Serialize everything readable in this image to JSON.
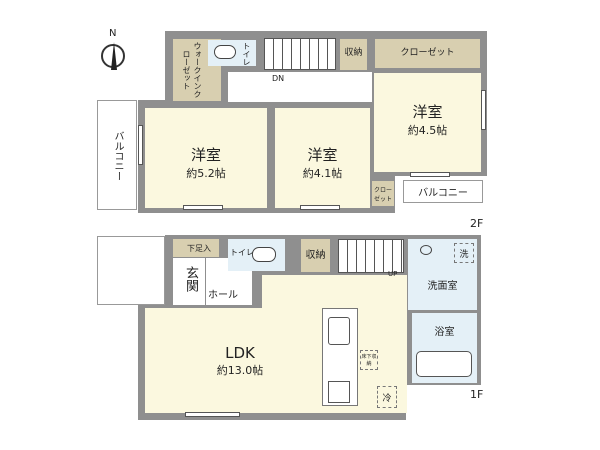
{
  "floor2": {
    "label": "2F",
    "walk_in_closet": "ウォークインクローゼット",
    "toilet": "トイレ",
    "stairs": "DN",
    "storage": "収納",
    "closet": "クローゼット",
    "room_a": {
      "name": "洋室",
      "size": "約4.5帖"
    },
    "room_b": {
      "name": "洋室",
      "size": "約5.2帖"
    },
    "room_c": {
      "name": "洋室",
      "size": "約4.1帖"
    },
    "small_closet": "クローゼット",
    "balcony_left": "バルコニー",
    "balcony_right": "バルコニー"
  },
  "floor1": {
    "label": "1F",
    "shoe_storage": "下足入",
    "entrance": "玄関",
    "hall": "ホール",
    "toilet": "トイレ",
    "storage": "収納",
    "stairs": "UP",
    "washroom": "洗面室",
    "washer": "洗",
    "bathroom": "浴室",
    "ldk": {
      "name": "LDK",
      "size": "約13.0帖"
    },
    "underfloor": "床下収納",
    "fridge": "冷"
  },
  "compass": {
    "north": "N"
  }
}
